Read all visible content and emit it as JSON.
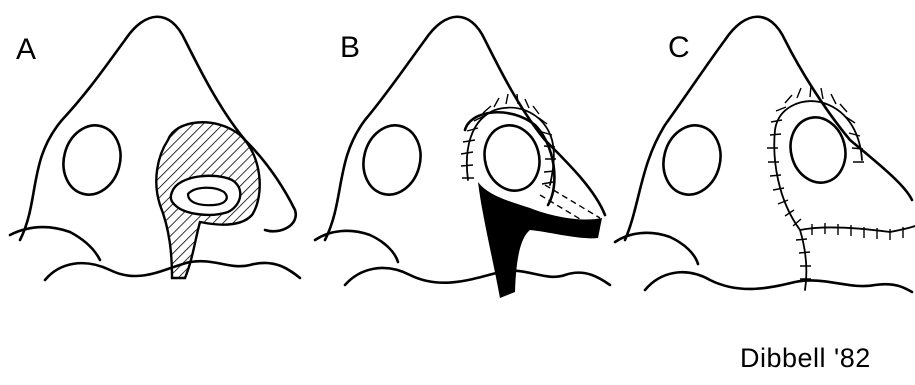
{
  "panels": [
    {
      "label": "A"
    },
    {
      "label": "B"
    },
    {
      "label": "C"
    }
  ],
  "credit": "Dibbell '82",
  "colors": {
    "ink": "#000000",
    "background": "#ffffff"
  },
  "icons": [
    "nose-outline",
    "hatched-flap",
    "suture-line",
    "dark-wedge-flap"
  ]
}
